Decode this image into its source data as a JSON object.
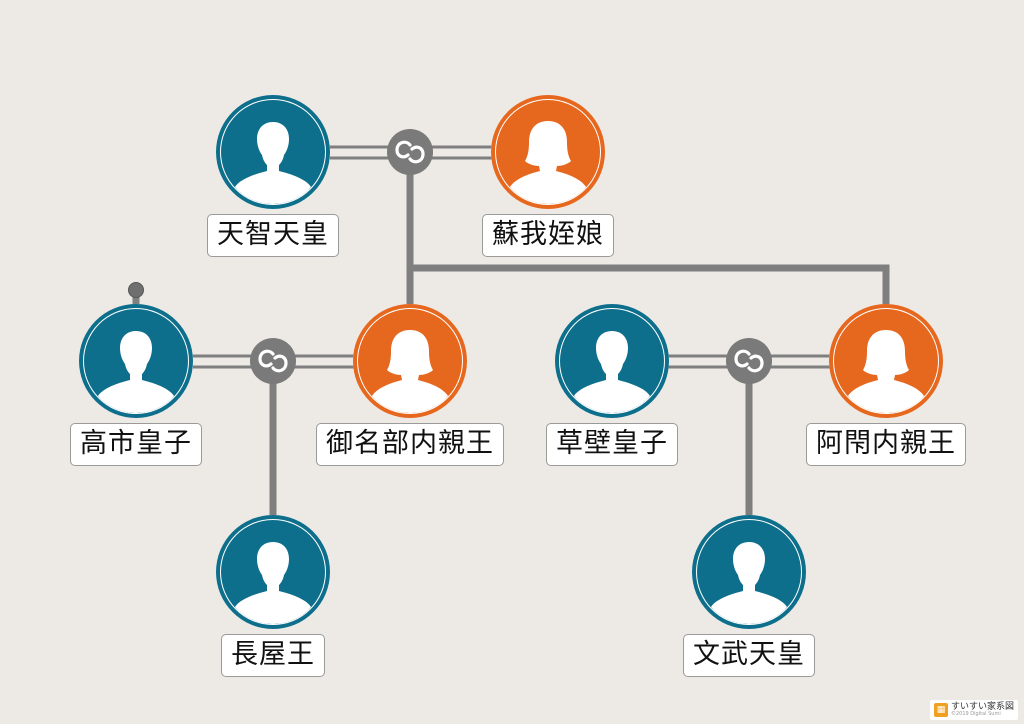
{
  "people": [
    {
      "id": "tenji",
      "name": "天智天皇",
      "gender": "male"
    },
    {
      "id": "soga",
      "name": "蘇我姪娘",
      "gender": "female"
    },
    {
      "id": "takechi",
      "name": "高市皇子",
      "gender": "male"
    },
    {
      "id": "minabe",
      "name": "御名部内親王",
      "gender": "female"
    },
    {
      "id": "kusakabe",
      "name": "草壁皇子",
      "gender": "male"
    },
    {
      "id": "ahe",
      "name": "阿閇内親王",
      "gender": "female"
    },
    {
      "id": "nagaya",
      "name": "長屋王",
      "gender": "male"
    },
    {
      "id": "monmu",
      "name": "文武天皇",
      "gender": "male"
    }
  ],
  "colors": {
    "male": "#0e6f8c",
    "female": "#e6671e",
    "line": "#7f7f7f",
    "background": "#ede9e4"
  },
  "brand": {
    "name": "すいすい家系図",
    "copyright": "©2019 Digital Sumi"
  }
}
